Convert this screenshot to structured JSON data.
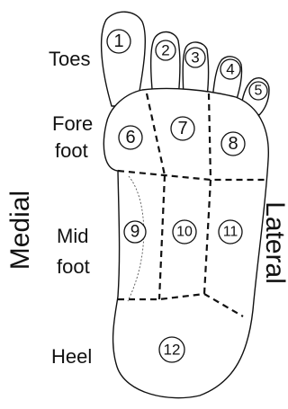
{
  "region_labels": {
    "toes": "Toes",
    "forefoot_line1": "Fore",
    "forefoot_line2": "foot",
    "midfoot_line1": "Mid",
    "midfoot_line2": "foot",
    "heel": "Heel"
  },
  "side_labels": {
    "medial": "Medial",
    "lateral": "Lateral"
  },
  "zones": [
    "1",
    "2",
    "3",
    "4",
    "5",
    "6",
    "7",
    "8",
    "9",
    "10",
    "11",
    "12"
  ]
}
